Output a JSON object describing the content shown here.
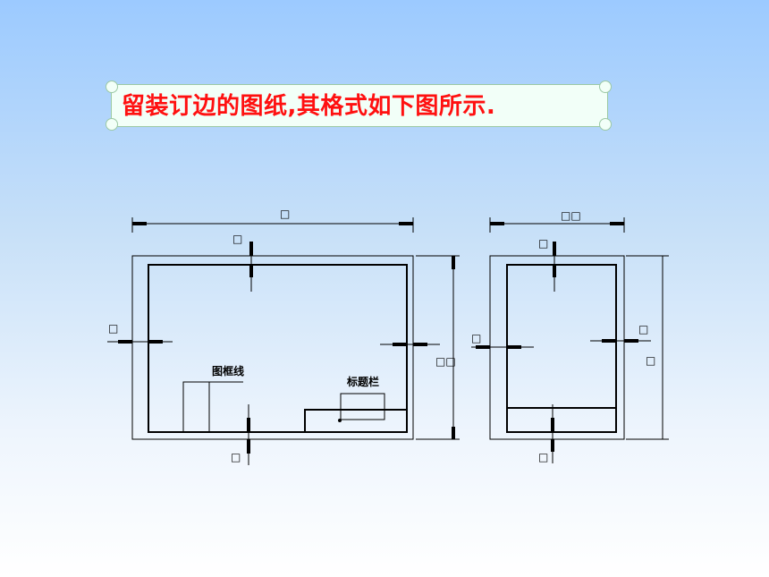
{
  "banner": {
    "title": "留装订边的图纸,其格式如下图所示."
  },
  "landscape": {
    "dim_top": "□",
    "dim_right": "□□",
    "mark_top": "□",
    "mark_left": "□",
    "mark_bottom": "□",
    "frame_label": "图框线",
    "title_block_label": "标题栏"
  },
  "portrait": {
    "dim_top": "□□",
    "dim_right": "□",
    "mark_top": "□",
    "mark_left": "□",
    "mark_right": "□",
    "mark_bottom": "□"
  },
  "colors": {
    "title_text": "#ff1010",
    "banner_border": "#9bc9a4",
    "banner_fill": "#f2fff8",
    "line": "#000000"
  }
}
